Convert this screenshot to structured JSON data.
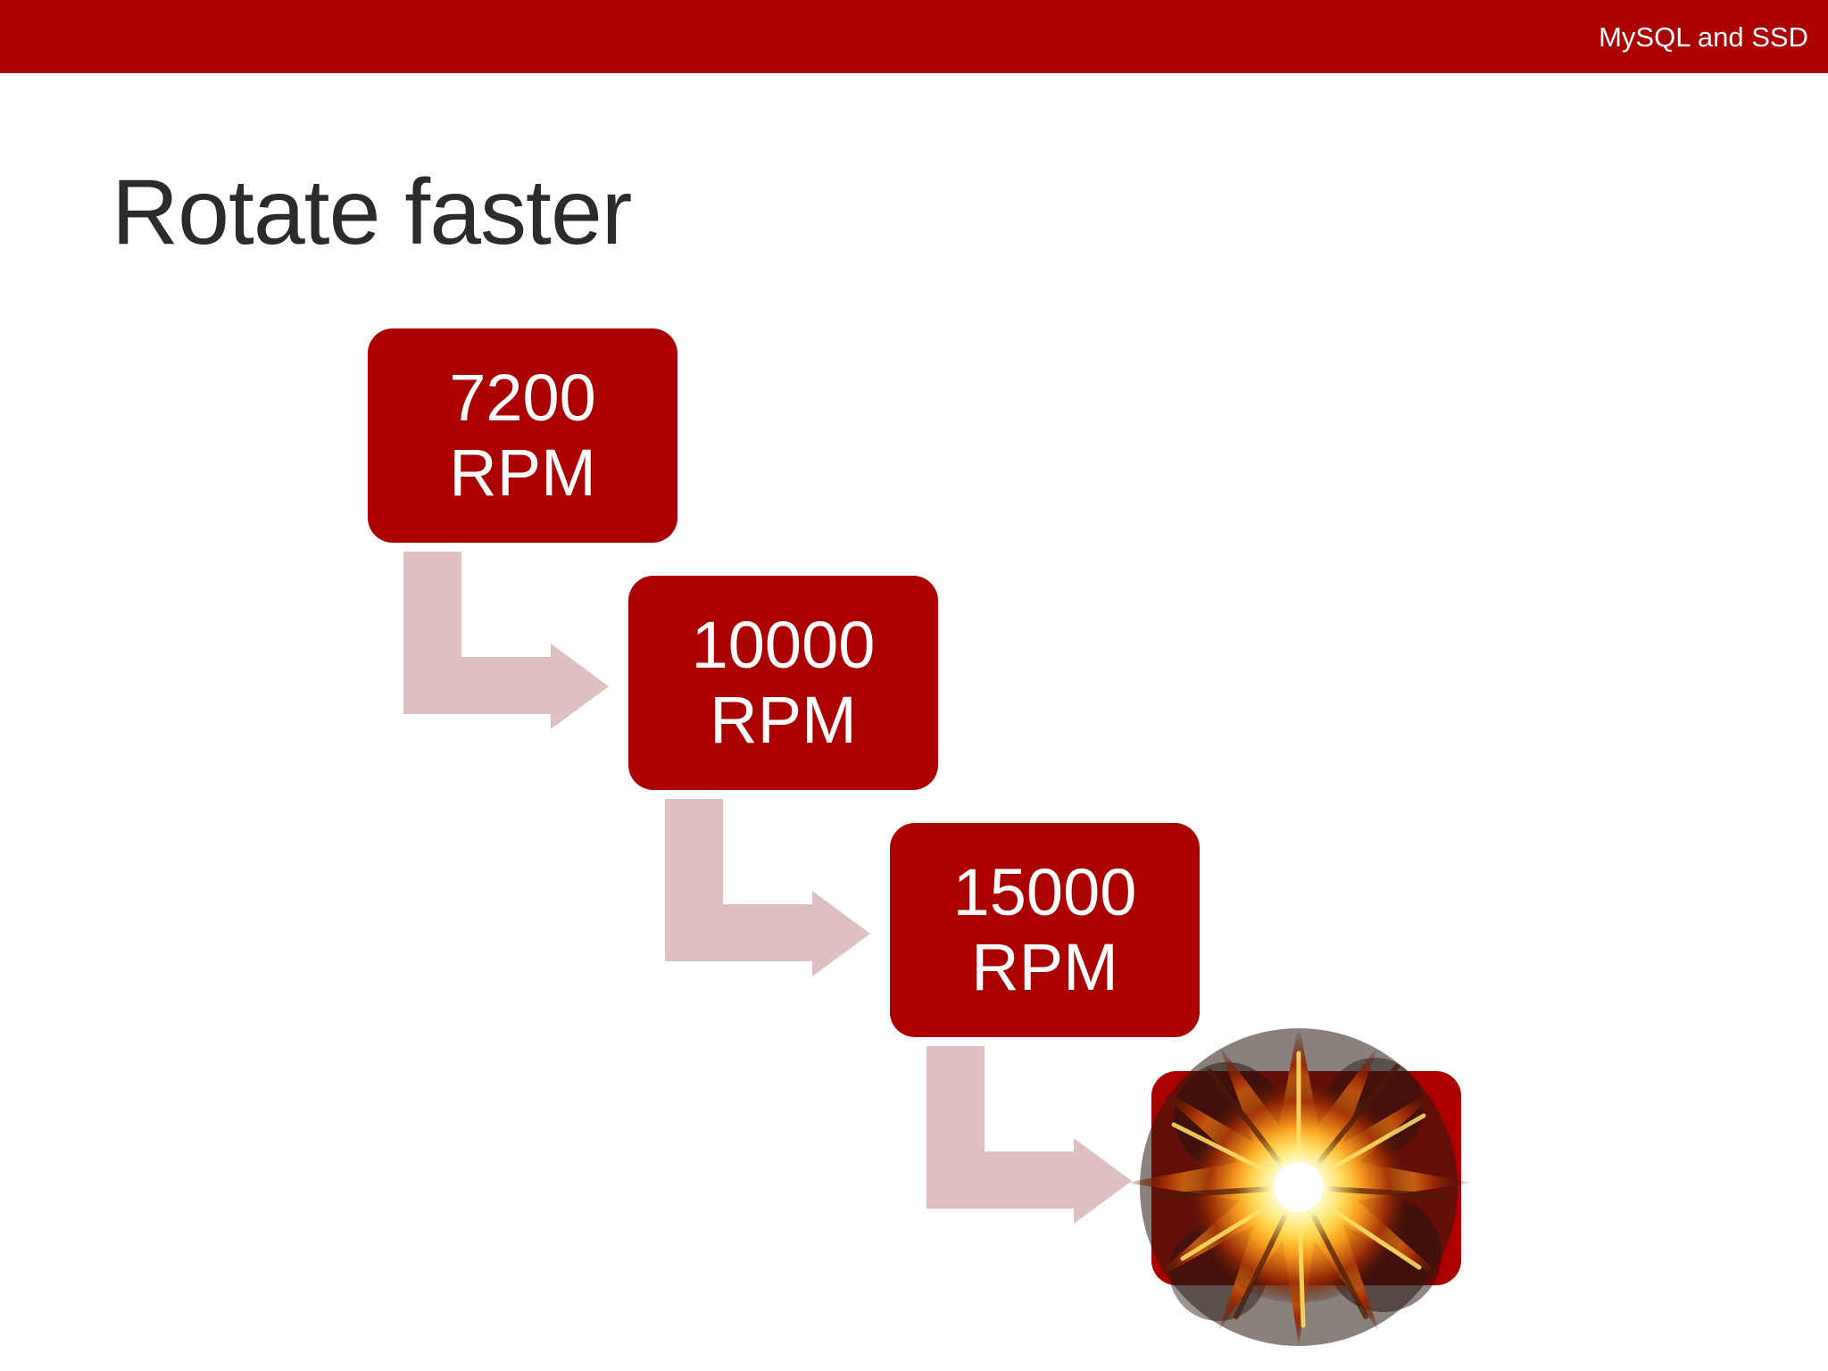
{
  "header": {
    "title": "MySQL and SSD",
    "bar_color": "#aa0000"
  },
  "slide": {
    "title": "Rotate faster"
  },
  "steps": [
    {
      "line1": "7200",
      "line2": "RPM"
    },
    {
      "line1": "10000",
      "line2": "RPM"
    },
    {
      "line1": "15000",
      "line2": "RPM"
    }
  ],
  "final_step": {
    "icon": "explosion-icon"
  },
  "colors": {
    "box": "#aa0000",
    "connector": "#dfc0c0",
    "text_on_box": "#ffffff"
  }
}
